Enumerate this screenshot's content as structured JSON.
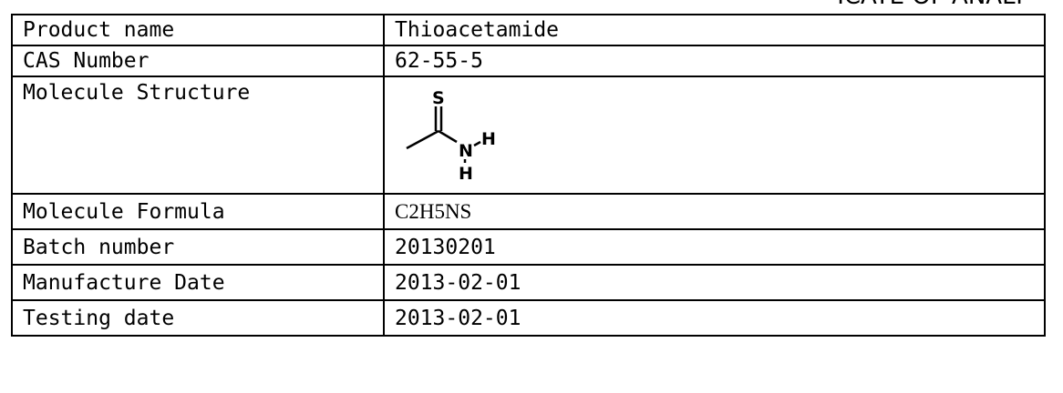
{
  "header_fragment": "ICATE OF ANALY",
  "spec_table": {
    "rows": [
      {
        "label": "Product name",
        "value": "Thioacetamide"
      },
      {
        "label": "CAS Number",
        "value": "62-55-5"
      },
      {
        "label": "Molecule Structure",
        "value": ""
      },
      {
        "label": "Molecule Formula",
        "value": "C2H5NS"
      },
      {
        "label": "Batch number",
        "value": "20130201"
      },
      {
        "label": "Manufacture Date",
        "value": "2013-02-01"
      },
      {
        "label": "Testing date",
        "value": "2013-02-01"
      }
    ]
  },
  "structure": {
    "atoms": {
      "sulfur": "S",
      "nitrogen": "N",
      "hydrogen_right": "H",
      "hydrogen_bottom": "H"
    }
  }
}
